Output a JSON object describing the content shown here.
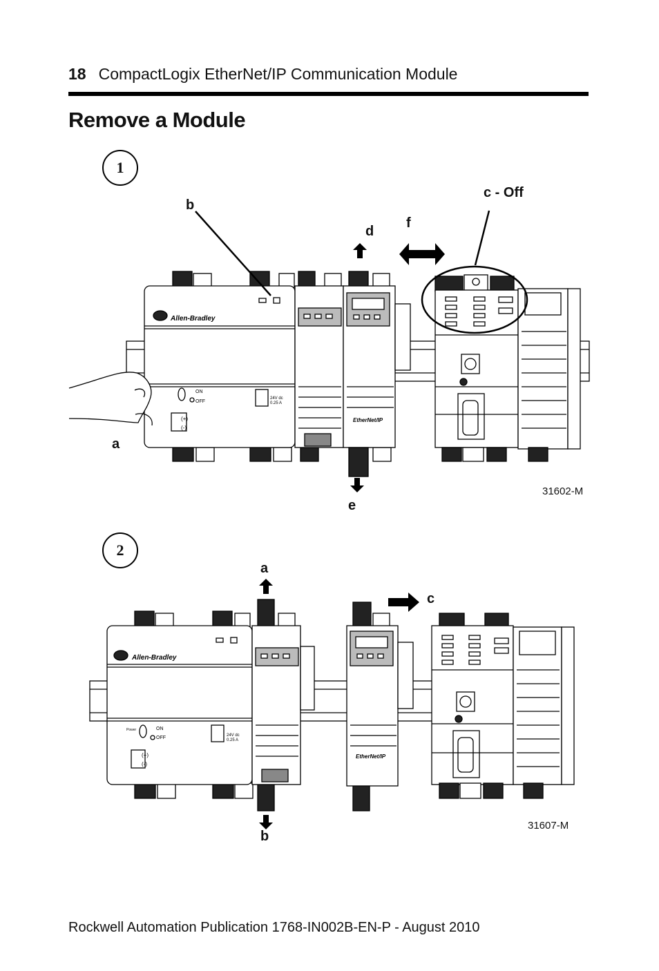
{
  "header": {
    "page_number": "18",
    "running_title": "CompactLogix EtherNet/IP Communication Module"
  },
  "section_title": "Remove a Module",
  "figure1": {
    "step": "1",
    "labels": {
      "a": "a",
      "b": "b",
      "c": "c - Off",
      "d": "d",
      "e": "e",
      "f": "f"
    },
    "figure_id": "31602-M"
  },
  "figure2": {
    "step": "2",
    "labels": {
      "a": "a",
      "b": "b",
      "c": "c"
    },
    "figure_id": "31607-M"
  },
  "device_text": {
    "brand": "Allen-Bradley",
    "on": "ON",
    "off": "OFF",
    "plus": "(+)",
    "minus": "(-)",
    "rating": "24V dc",
    "current": "0.25 A",
    "ethernet_logo": "EtherNet/IP",
    "power": "Power"
  },
  "footer": {
    "publication": "Rockwell Automation Publication  1768-IN002B-EN-P - August 2010"
  }
}
